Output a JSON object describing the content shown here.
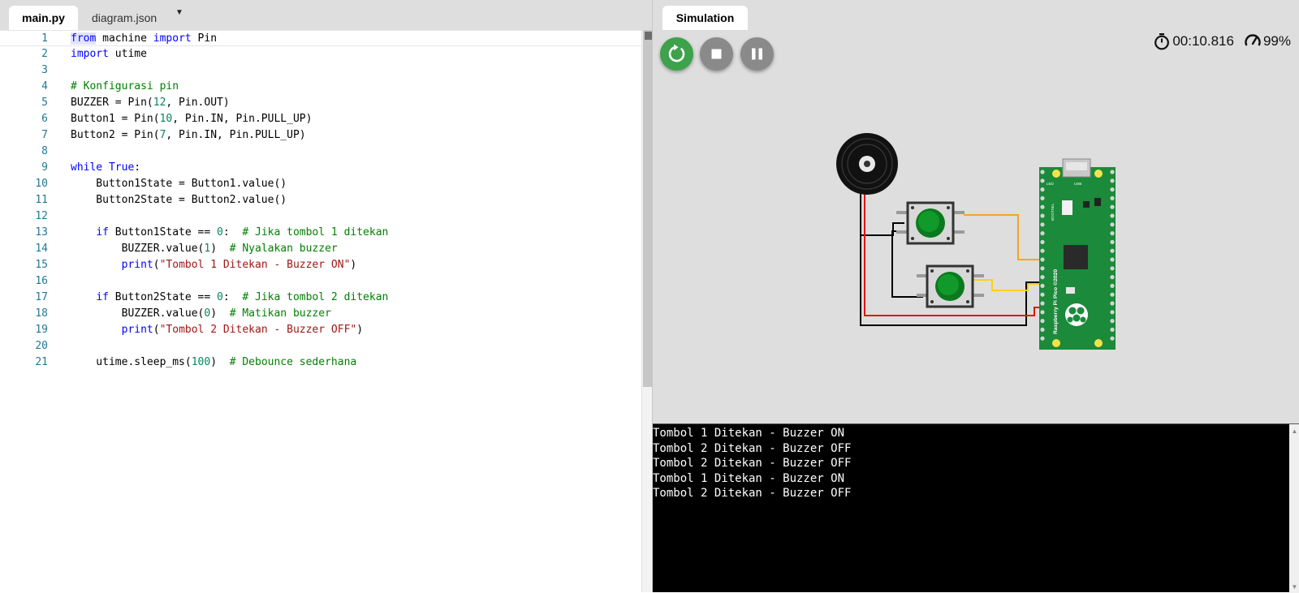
{
  "editor": {
    "tabs": [
      {
        "label": "main.py",
        "active": true
      },
      {
        "label": "diagram.json",
        "active": false
      }
    ],
    "menu_icon": "caret-down-icon",
    "lines": [
      {
        "n": "1"
      },
      {
        "n": "2"
      },
      {
        "n": "3"
      },
      {
        "n": "4"
      },
      {
        "n": "5"
      },
      {
        "n": "6"
      },
      {
        "n": "7"
      },
      {
        "n": "8"
      },
      {
        "n": "9"
      },
      {
        "n": "10"
      },
      {
        "n": "11"
      },
      {
        "n": "12"
      },
      {
        "n": "13"
      },
      {
        "n": "14"
      },
      {
        "n": "15"
      },
      {
        "n": "16"
      },
      {
        "n": "17"
      },
      {
        "n": "18"
      },
      {
        "n": "19"
      },
      {
        "n": "20"
      },
      {
        "n": "21"
      }
    ],
    "code": {
      "l1_a": "from",
      "l1_b": " machine ",
      "l1_c": "import",
      "l1_d": " Pin",
      "l2_a": "import",
      "l2_b": " utime",
      "l4": "# Konfigurasi pin",
      "l5_a": "BUZZER = Pin(",
      "l5_b": "12",
      "l5_c": ", Pin.OUT)",
      "l6_a": "Button1 = Pin(",
      "l6_b": "10",
      "l6_c": ", Pin.IN, Pin.PULL_UP)",
      "l7_a": "Button2 = Pin(",
      "l7_b": "7",
      "l7_c": ", Pin.IN, Pin.PULL_UP)",
      "l9_a": "while",
      "l9_b": " ",
      "l9_c": "True",
      "l9_d": ":",
      "l10": "    Button1State = Button1.value()",
      "l11": "    Button2State = Button2.value()",
      "l13_a": "    ",
      "l13_b": "if",
      "l13_c": " Button1State == ",
      "l13_d": "0",
      "l13_e": ":  ",
      "l13_f": "# Jika tombol 1 ditekan",
      "l14_a": "        BUZZER.value(",
      "l14_b": "1",
      "l14_c": ")  ",
      "l14_d": "# Nyalakan buzzer",
      "l15_a": "        ",
      "l15_b": "print",
      "l15_c": "(",
      "l15_d": "\"Tombol 1 Ditekan - Buzzer ON\"",
      "l15_e": ")",
      "l17_a": "    ",
      "l17_b": "if",
      "l17_c": " Button2State == ",
      "l17_d": "0",
      "l17_e": ":  ",
      "l17_f": "# Jika tombol 2 ditekan",
      "l18_a": "        BUZZER.value(",
      "l18_b": "0",
      "l18_c": ")  ",
      "l18_d": "# Matikan buzzer",
      "l19_a": "        ",
      "l19_b": "print",
      "l19_c": "(",
      "l19_d": "\"Tombol 2 Ditekan - Buzzer OFF\"",
      "l19_e": ")",
      "l21_a": "    utime.sleep_ms(",
      "l21_b": "100",
      "l21_c": ")  ",
      "l21_d": "# Debounce sederhana"
    }
  },
  "simulation": {
    "tab_label": "Simulation",
    "controls": {
      "restart_icon": "restart-icon",
      "stop_icon": "stop-icon",
      "pause_icon": "pause-icon"
    },
    "timer": "00:10.816",
    "speed": "99%",
    "board": {
      "label": "Raspberry Pi Pico ©2020",
      "led_label": "LED",
      "usb_label": "USB",
      "bootsel_label": "BOOTSEL"
    },
    "wire_colors": {
      "black": "#000000",
      "red": "#e3140f",
      "orange": "#f5a623",
      "yellow": "#f8d21b"
    }
  },
  "serial": {
    "lines": [
      "Tombol 1 Ditekan - Buzzer ON",
      "Tombol 2 Ditekan - Buzzer OFF",
      "Tombol 2 Ditekan - Buzzer OFF",
      "Tombol 1 Ditekan - Buzzer ON",
      "Tombol 2 Ditekan - Buzzer OFF"
    ]
  },
  "colors": {
    "run_green": "#3da24b",
    "board_green": "#1b8a3a",
    "button_green": "#0a7a1e"
  }
}
